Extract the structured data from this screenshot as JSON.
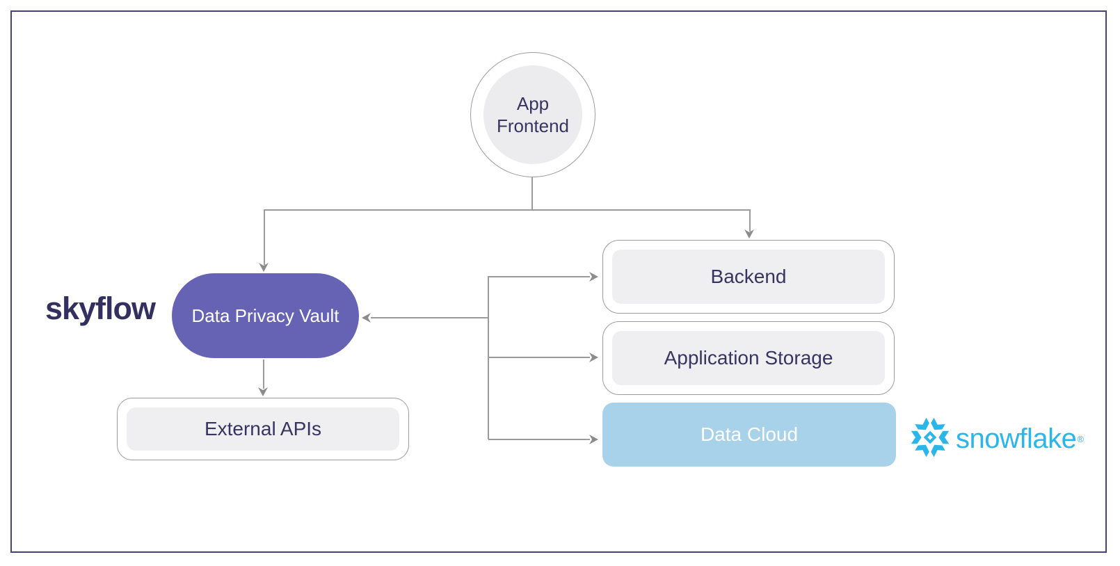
{
  "diagram": {
    "description": "Architecture diagram: app frontend connects to Skyflow Data Privacy Vault and Backend; vault connects to External APIs; Backend, Application Storage and Snowflake Data Cloud connect back to the vault",
    "nodes": {
      "app_frontend": {
        "label": "App Frontend",
        "shape": "circle"
      },
      "data_privacy_vault": {
        "label": "Data Privacy Vault",
        "shape": "pill",
        "brand": "skyflow"
      },
      "external_apis": {
        "label": "External APIs",
        "shape": "rounded-box"
      },
      "backend": {
        "label": "Backend",
        "shape": "rounded-box"
      },
      "application_storage": {
        "label": "Application Storage",
        "shape": "rounded-box"
      },
      "data_cloud": {
        "label": "Data Cloud",
        "shape": "rounded-box",
        "brand": "snowflake"
      }
    },
    "logos": {
      "skyflow": {
        "wordmark": "skyflow"
      },
      "snowflake": {
        "wordmark": "snowflake",
        "registered_mark": "®"
      }
    },
    "edges": [
      {
        "from": "App Frontend",
        "to": "Data Privacy Vault",
        "arrow": "down"
      },
      {
        "from": "App Frontend",
        "to": "Backend",
        "arrow": "down"
      },
      {
        "from": "Data Privacy Vault",
        "to": "External APIs",
        "arrow": "down"
      },
      {
        "from": "right-column trunk",
        "to": "Data Privacy Vault",
        "arrow": "left"
      },
      {
        "from": "trunk",
        "to": "Backend",
        "arrow": "right"
      },
      {
        "from": "trunk",
        "to": "Application Storage",
        "arrow": "right"
      },
      {
        "from": "trunk",
        "to": "Data Cloud",
        "arrow": "right"
      }
    ]
  },
  "colors": {
    "vault_purple": "#6663b5",
    "data_cloud_blue": "#a7d2e9",
    "snowflake_blue": "#2bb5e8",
    "node_fill": "#efeff1",
    "circle_fill": "#ececee",
    "line_gray": "#9b9b9b",
    "arrow_gray": "#8c8c8c",
    "text_navy": "#373460",
    "logo_navy": "#33305f",
    "frame_border": "#44427b",
    "box_border": "#9b9b9b"
  }
}
